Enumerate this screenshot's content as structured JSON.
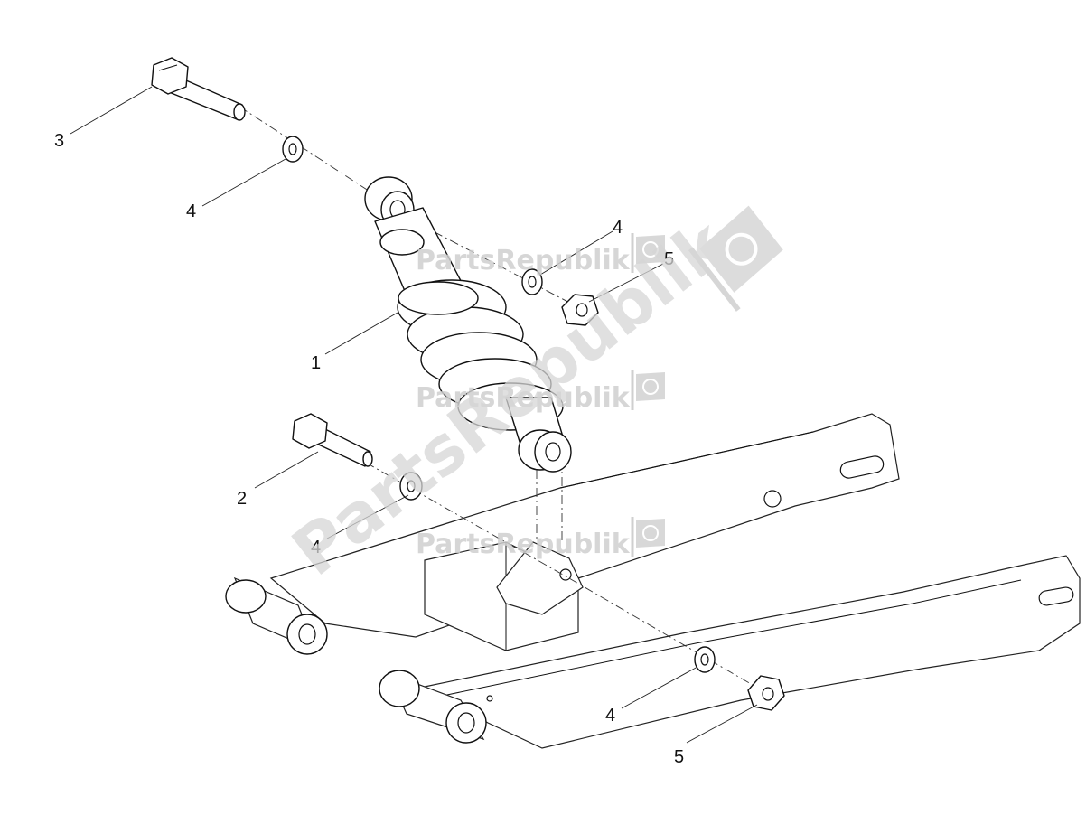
{
  "diagram": {
    "callouts": [
      {
        "id": "c1",
        "text": "1"
      },
      {
        "id": "c2",
        "text": "2"
      },
      {
        "id": "c3",
        "text": "3"
      },
      {
        "id": "c4a",
        "text": "4"
      },
      {
        "id": "c4b",
        "text": "4"
      },
      {
        "id": "c4c",
        "text": "4"
      },
      {
        "id": "c4d",
        "text": "4"
      },
      {
        "id": "c5a",
        "text": "5"
      },
      {
        "id": "c5b",
        "text": "5"
      }
    ]
  },
  "watermark": {
    "text": "PartsRepublik",
    "icon": "gear-flag-icon"
  }
}
